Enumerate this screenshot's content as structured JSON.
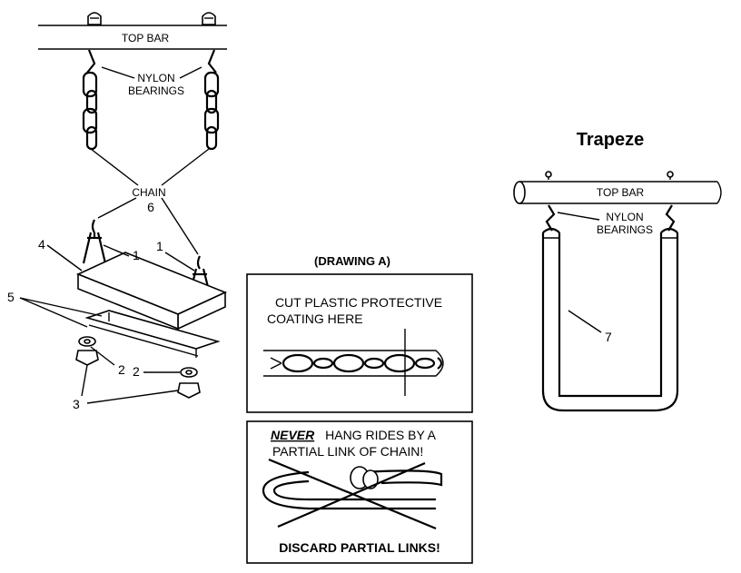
{
  "swing": {
    "top_bar_label": "TOP BAR",
    "nylon_line1": "NYLON",
    "nylon_line2": "BEARINGS",
    "chain_label": "CHAIN",
    "callouts": [
      "6",
      "1",
      "1",
      "4",
      "5",
      "2",
      "2",
      "3"
    ]
  },
  "drawing_a": {
    "title": "(DRAWING A)",
    "cut_line1": "CUT PLASTIC PROTECTIVE",
    "cut_line2": "COATING HERE"
  },
  "warning": {
    "never": "NEVER",
    "line1_rest": "HANG RIDES BY A",
    "line2": "PARTIAL LINK OF CHAIN!",
    "discard": "DISCARD PARTIAL LINKS!"
  },
  "trapeze": {
    "title": "Trapeze",
    "top_bar_label": "TOP BAR",
    "nylon_line1": "NYLON",
    "nylon_line2": "BEARINGS",
    "callout": "7"
  }
}
